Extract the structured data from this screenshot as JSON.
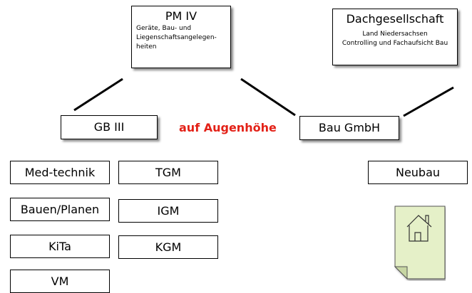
{
  "pm4": {
    "title": "PM IV",
    "subtitle": "Geräte, Bau- und\nLiegenschaftsangelegen-\nheiten"
  },
  "dach": {
    "title": "Dachgesellschaft",
    "subtitle": "Land Niedersachsen\nControlling und Fachaufsicht Bau"
  },
  "gb3": {
    "label": "GB III"
  },
  "bau": {
    "label": "Bau GmbH"
  },
  "center_label": {
    "text": "auf Augenhöhe",
    "color": "#e32117"
  },
  "left_units": [
    {
      "label": "Med-technik"
    },
    {
      "label": "Bauen/Planen"
    },
    {
      "label": "KiTa"
    },
    {
      "label": "VM"
    }
  ],
  "right_units": [
    {
      "label": "TGM"
    },
    {
      "label": "IGM"
    },
    {
      "label": "KGM"
    }
  ],
  "neubau": {
    "label": "Neubau"
  },
  "document_icon": {
    "name": "house-document-icon",
    "fill": "#e5f0c8"
  }
}
